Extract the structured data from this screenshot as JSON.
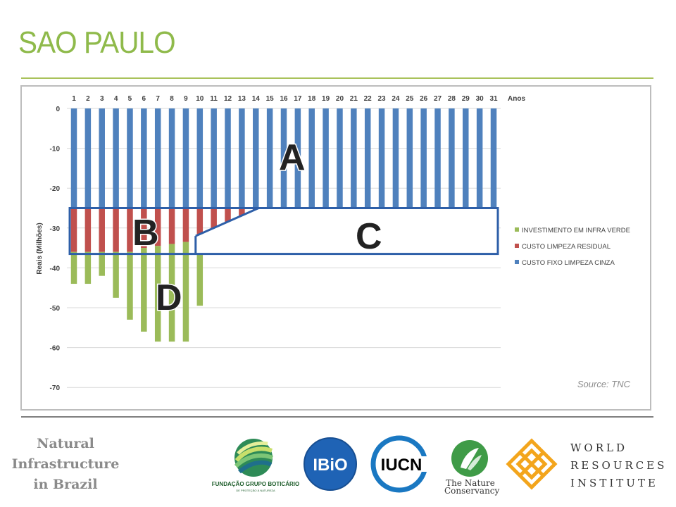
{
  "page": {
    "title": "SAO PAULO",
    "footer_lines": [
      "Natural",
      "Infrastructure",
      "in  Brazil"
    ],
    "source": "Source: TNC"
  },
  "logos": {
    "fgb_name": "FUNDAÇÃO GRUPO BOTICÁRIO",
    "fgb_sub": "DE PROTEÇÃO À NATUREZA",
    "ibio": "IBiO",
    "iucn": "IUCN",
    "tnc_lines": [
      "The Nature",
      "Conservancy"
    ],
    "wri_lines": [
      "WORLD",
      "RESOURCES",
      "INSTITUTE"
    ]
  },
  "colors": {
    "title": "#8fba4b",
    "grey_fixed": "#4f81bd",
    "residual": "#c0504d",
    "green_invest": "#9bbb59"
  },
  "chart_data": {
    "type": "bar",
    "stacked": true,
    "x_axis_label": "Anos",
    "ylabel": "Reais (Milhões)",
    "x": [
      1,
      2,
      3,
      4,
      5,
      6,
      7,
      8,
      9,
      10,
      11,
      12,
      13,
      14,
      15,
      16,
      17,
      18,
      19,
      20,
      21,
      22,
      23,
      24,
      25,
      26,
      27,
      28,
      29,
      30,
      31
    ],
    "yticks": [
      0,
      -10,
      -20,
      -30,
      -40,
      -50,
      -60,
      -70
    ],
    "ylim": [
      -70,
      0
    ],
    "grid": true,
    "legend_position": "right",
    "series": [
      {
        "name": "INVESTIMENTO EM INFRA VERDE",
        "color": "#9bbb59",
        "values": [
          -8,
          -8,
          -6,
          -11.5,
          -17,
          -21,
          -24,
          -24.5,
          -25,
          -17,
          0,
          0,
          0,
          0,
          0,
          0,
          0,
          0,
          0,
          0,
          0,
          0,
          0,
          0,
          0,
          0,
          0,
          0,
          0,
          0,
          0
        ]
      },
      {
        "name": "CUSTO LIMPEZA RESIDUAL",
        "color": "#c0504d",
        "values": [
          -11,
          -11,
          -11,
          -11,
          -11,
          -10,
          -9.5,
          -9,
          -8.5,
          -7.5,
          -6,
          -4.5,
          -3,
          -1,
          0,
          0,
          0,
          0,
          0,
          0,
          0,
          0,
          0,
          0,
          0,
          0,
          0,
          0,
          0,
          0,
          0
        ]
      },
      {
        "name": "CUSTO FIXO LIMPEZA CINZA",
        "color": "#4f81bd",
        "values": [
          -25,
          -25,
          -25,
          -25,
          -25,
          -25,
          -25,
          -25,
          -25,
          -25,
          -25,
          -25,
          -25,
          -25,
          -25,
          -25,
          -25,
          -25,
          -25,
          -25,
          -25,
          -25,
          -25,
          -25,
          -25,
          -25,
          -25,
          -25,
          -25,
          -25,
          -25
        ]
      }
    ],
    "annotations": [
      "A",
      "B",
      "C",
      "D"
    ]
  }
}
